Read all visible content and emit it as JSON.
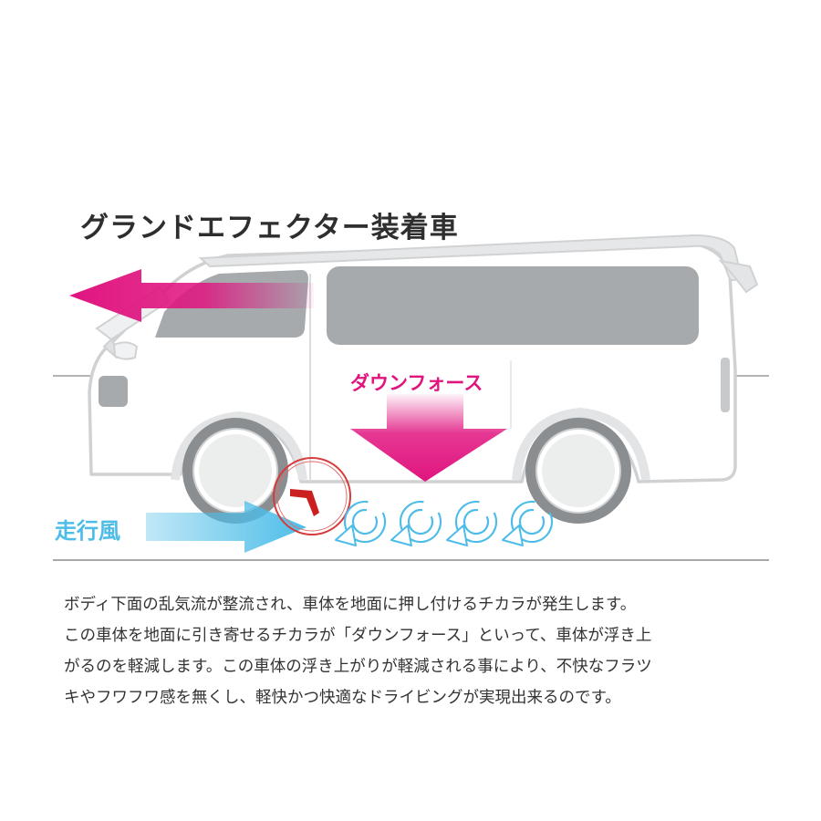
{
  "diagram": {
    "title": "グランドエフェクター装着車",
    "downforce_label": "ダウンフォース",
    "wind_label": "走行風",
    "colors": {
      "forward_arrow": "#e0147f",
      "downforce_arrow": "#e0147f",
      "wind_arrow": "#4dbde8",
      "vortex": "#4dbde8",
      "highlight_circle": "#d63a3a",
      "effector_part": "#cc1f1f",
      "van_window": "#a6aaad",
      "van_outline": "#d0d2d4"
    },
    "icons": [
      "van-icon",
      "forward-arrow-icon",
      "downforce-arrow-icon",
      "wind-arrow-icon",
      "vortex-icon",
      "highlight-circle-icon"
    ]
  },
  "description": {
    "lines": [
      "ボディ下面の乱気流が整流され、車体を地面に押し付けるチカラが発生します。",
      "この車体を地面に引き寄せるチカラが「ダウンフォース」といって、車体が浮き上",
      "がるのを軽減します。この車体の浮き上がりが軽減される事により、不快なフラツ",
      "キやフワフワ感を無くし、軽快かつ快適なドライビングが実現出来るのです。"
    ]
  }
}
